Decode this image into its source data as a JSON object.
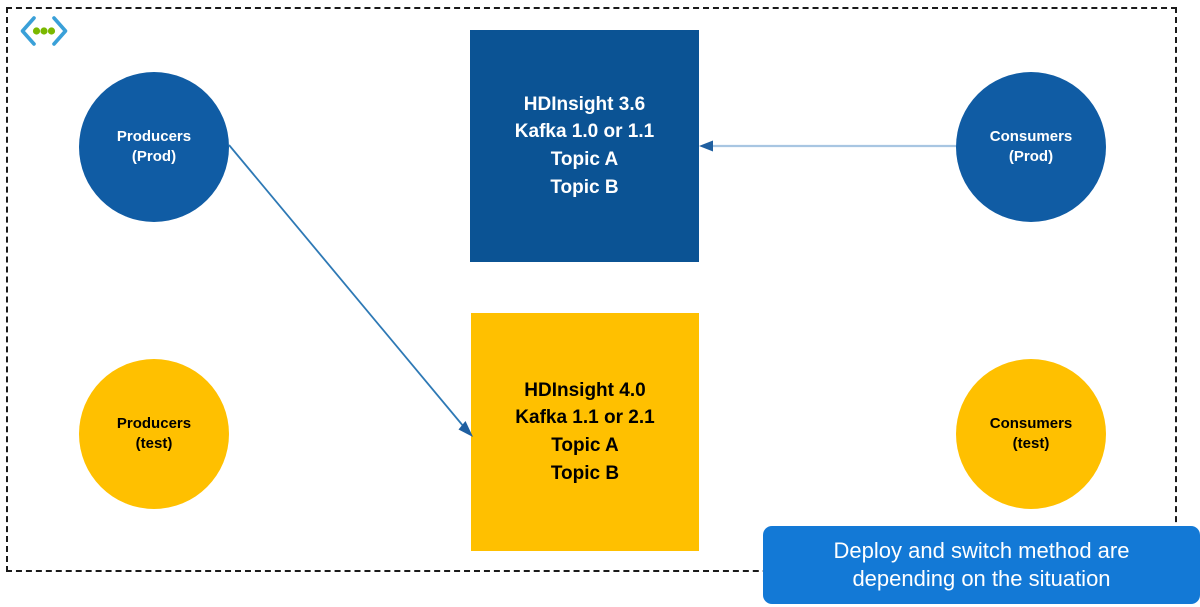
{
  "diagram": {
    "title": "HDInsight Kafka migration diagram",
    "boundary": {
      "style": "dashed",
      "color": "#1a1a1a"
    },
    "logo": {
      "name": "azure-code-dots-logo",
      "bracket_color": "#3aa0d8",
      "dot_color": "#7ab800"
    },
    "colors": {
      "prod_blue": "#105ca4",
      "cluster_blue": "#0b5394",
      "test_yellow": "#ffc000",
      "banner_blue": "#1379d6",
      "arrow_light": "#a8c6e2",
      "arrow_dark": "#1f5fa0"
    },
    "nodes": [
      {
        "id": "producers-prod",
        "shape": "circle",
        "fill": "#105ca4",
        "text_color": "#ffffff",
        "line1": "Producers",
        "line2": "(Prod)"
      },
      {
        "id": "producers-test",
        "shape": "circle",
        "fill": "#ffc000",
        "text_color": "#000000",
        "line1": "Producers",
        "line2": "(test)"
      },
      {
        "id": "consumers-prod",
        "shape": "circle",
        "fill": "#105ca4",
        "text_color": "#ffffff",
        "line1": "Consumers",
        "line2": "(Prod)"
      },
      {
        "id": "consumers-test",
        "shape": "circle",
        "fill": "#ffc000",
        "text_color": "#000000",
        "line1": "Consumers",
        "line2": "(test)"
      }
    ],
    "clusters": [
      {
        "id": "hdinsight-36",
        "shape": "rectangle",
        "fill": "#0b5394",
        "text_color": "#ffffff",
        "lines": [
          "HDInsight 3.6",
          "Kafka 1.0 or 1.1",
          "Topic A",
          "Topic B"
        ]
      },
      {
        "id": "hdinsight-40",
        "shape": "rectangle",
        "fill": "#ffc000",
        "text_color": "#000000",
        "lines": [
          "HDInsight 4.0",
          "Kafka 1.1 or 2.1",
          "Topic A",
          "Topic B"
        ]
      }
    ],
    "arrows": [
      {
        "id": "consumers-prod-to-hdinsight-36",
        "from": "consumers-prod",
        "to": "hdinsight-36",
        "direction": "left",
        "style": "solid"
      },
      {
        "id": "producers-prod-to-hdinsight-40",
        "from": "producers-prod",
        "to": "hdinsight-40",
        "direction": "diagonal-down-right",
        "style": "solid"
      }
    ],
    "banner": {
      "fill": "#1379d6",
      "text_color": "#ffffff",
      "line1": "Deploy and switch method are",
      "line2": "depending on the situation"
    }
  }
}
